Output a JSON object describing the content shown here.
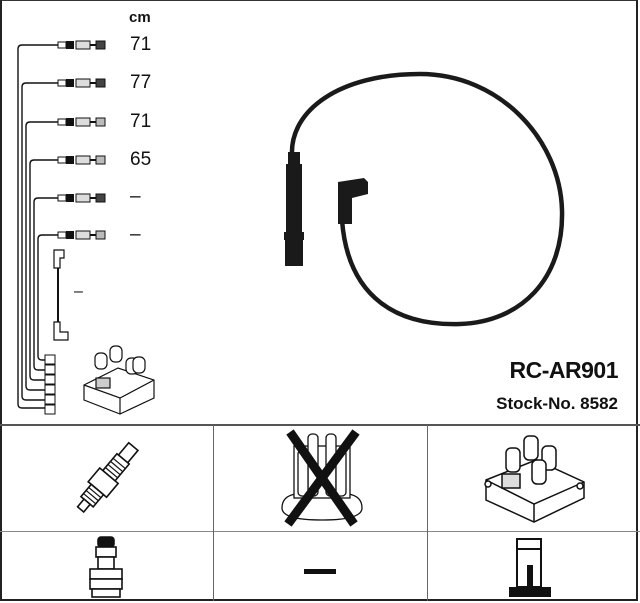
{
  "diagram": {
    "unit_label": "cm",
    "leads": [
      {
        "index": 1,
        "length": "71"
      },
      {
        "index": 2,
        "length": "77"
      },
      {
        "index": 3,
        "length": "71"
      },
      {
        "index": 4,
        "length": "65"
      },
      {
        "index": 5,
        "length": "–"
      },
      {
        "index": 6,
        "length": "–"
      }
    ],
    "coil_lead_length": "–"
  },
  "product": {
    "part_number": "RC-AR901",
    "stock_label": "Stock-No. 8582"
  },
  "compatibility_grid": {
    "row1": [
      {
        "icon": "spark-plug-icon",
        "crossed": false
      },
      {
        "icon": "distributor-cap-icon",
        "crossed": true
      },
      {
        "icon": "ignition-coil-icon",
        "crossed": false
      }
    ],
    "row2": [
      {
        "icon": "plug-connector-icon",
        "value": ""
      },
      {
        "icon": "dash",
        "value": "–"
      },
      {
        "icon": "coil-connector-icon",
        "value": ""
      }
    ]
  },
  "colors": {
    "line": "#111111",
    "grid": "#555555",
    "background": "#ffffff"
  }
}
